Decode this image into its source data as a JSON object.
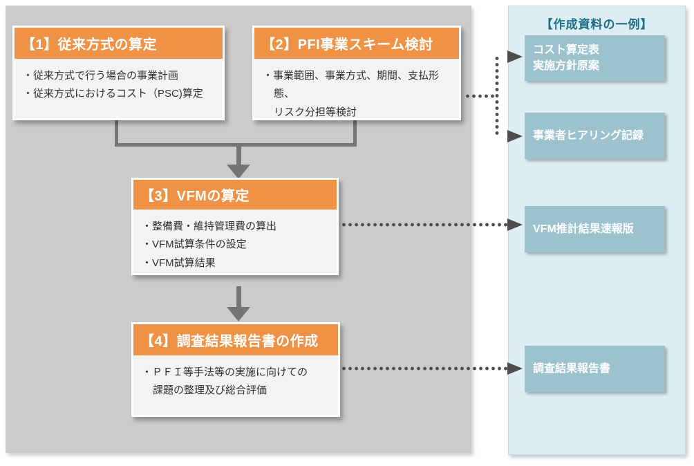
{
  "steps": [
    {
      "title": "【1】従来方式の算定",
      "bullets": [
        "・従来方式で行う場合の事業計画",
        "・従来方式におけるコスト（PSC)算定"
      ]
    },
    {
      "title": "【2】PFI事業スキーム検討",
      "bullets": [
        "・事業範囲、事業方式、期間、支払形態、\nリスク分担等検討"
      ]
    },
    {
      "title": "【3】VFMの算定",
      "bullets": [
        "・整備費・維持管理費の算出",
        "・VFM試算条件の設定",
        "・VFM試算結果"
      ]
    },
    {
      "title": "【4】調査結果報告書の作成",
      "bullets": [
        "・ＰＦＩ等手法等の実施に向けての\n課題の整理及び総合評価"
      ]
    }
  ],
  "legend_panel": {
    "title": "【作成資料の一例】",
    "docs": [
      "コスト算定表\n実施方針原案",
      "事業者ヒアリング記録",
      "VFM推計結果速報版",
      "調査結果報告書"
    ]
  },
  "colors": {
    "accent_orange": "#EF9245",
    "flow_body_gray": "#F3F3F2",
    "background_panel_gray": "#CBCBCB",
    "legend_panel_blue": "#DCEDF4",
    "doc_box_blue": "#9CC2CD",
    "legend_title_teal": "#1C6F86",
    "solid_arrow_gray": "#757575",
    "dotted_arrow_gray": "#4D4D4D"
  }
}
